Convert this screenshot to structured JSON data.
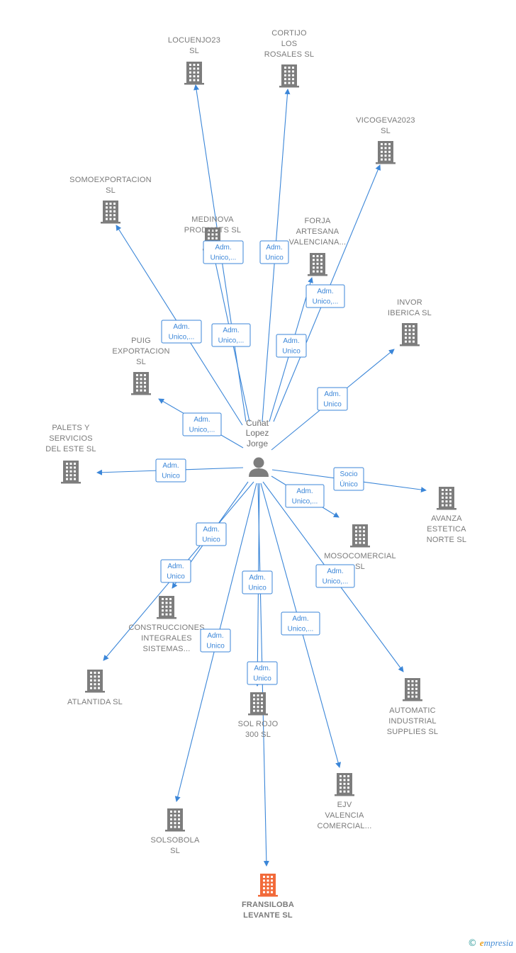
{
  "center": {
    "name_lines": [
      "Cuñat",
      "Lopez",
      "Jorge"
    ],
    "icon": "person-icon"
  },
  "colors": {
    "edge": "#3b86d8",
    "company": "#7d7d7d",
    "highlight": "#f26a3a"
  },
  "companies": [
    {
      "id": "locuenjo23",
      "lines": [
        "LOCUENJO23",
        "SL"
      ],
      "role": [
        "Adm.",
        "Unico,..."
      ]
    },
    {
      "id": "cortijo",
      "lines": [
        "CORTIJO",
        "LOS",
        "ROSALES SL"
      ],
      "role": [
        "Adm.",
        "Unico"
      ]
    },
    {
      "id": "vicogeva",
      "lines": [
        "VICOGEVA2023",
        "SL"
      ],
      "role": [
        "Adm.",
        "Unico,..."
      ]
    },
    {
      "id": "somoexp",
      "lines": [
        "SOMOEXPORTACION",
        "SL"
      ],
      "role": [
        "Adm.",
        "Unico,..."
      ]
    },
    {
      "id": "medinova",
      "lines": [
        "MEDINOVA",
        "PRODUCTS SL"
      ],
      "role": [
        "Adm.",
        "Unico,..."
      ]
    },
    {
      "id": "forja",
      "lines": [
        "FORJA",
        "ARTESANA",
        "VALENCIANA..."
      ],
      "role": [
        "Adm.",
        "Unico"
      ]
    },
    {
      "id": "invor",
      "lines": [
        "INVOR",
        "IBERICA SL"
      ],
      "role": [
        "Adm.",
        "Unico"
      ]
    },
    {
      "id": "puig",
      "lines": [
        "PUIG",
        "EXPORTACION",
        "SL"
      ],
      "role": [
        "Adm.",
        "Unico,..."
      ]
    },
    {
      "id": "palets",
      "lines": [
        "PALETS Y",
        "SERVICIOS",
        "DEL ESTE SL"
      ],
      "role": [
        "Adm.",
        "Unico"
      ]
    },
    {
      "id": "avanza",
      "lines": [
        "AVANZA",
        "ESTETICA",
        "NORTE SL"
      ],
      "role": [
        "Socio",
        "Único"
      ]
    },
    {
      "id": "mosocomercial",
      "lines": [
        "MOSOCOMERCIAL",
        "SL"
      ],
      "role": [
        "Adm.",
        "Unico,..."
      ]
    },
    {
      "id": "construcciones",
      "lines": [
        "CONSTRUCCIONES",
        "INTEGRALES",
        "SISTEMAS..."
      ],
      "role": [
        "Adm.",
        "Unico"
      ]
    },
    {
      "id": "atlantida",
      "lines": [
        "ATLANTIDA SL"
      ],
      "role": [
        "Adm.",
        "Unico"
      ]
    },
    {
      "id": "automatic",
      "lines": [
        "AUTOMATIC",
        "INDUSTRIAL",
        "SUPPLIES SL"
      ],
      "role": [
        "Adm.",
        "Unico,..."
      ]
    },
    {
      "id": "solrojo",
      "lines": [
        "SOL ROJO",
        "300 SL"
      ],
      "role": [
        "Adm.",
        "Unico"
      ]
    },
    {
      "id": "ejv",
      "lines": [
        "EJV",
        "VALENCIA",
        "COMERCIAL..."
      ],
      "role": [
        "Adm.",
        "Unico,..."
      ]
    },
    {
      "id": "solsobola",
      "lines": [
        "SOLSOBOLA",
        "SL"
      ],
      "role": [
        "Adm.",
        "Unico"
      ]
    },
    {
      "id": "fransiloba",
      "lines": [
        "FRANSILOBA",
        "LEVANTE SL"
      ],
      "role": [
        "Adm.",
        "Unico"
      ],
      "highlight": true
    }
  ],
  "brand": {
    "copyright": "©",
    "first": "e",
    "rest": "mpresia"
  }
}
